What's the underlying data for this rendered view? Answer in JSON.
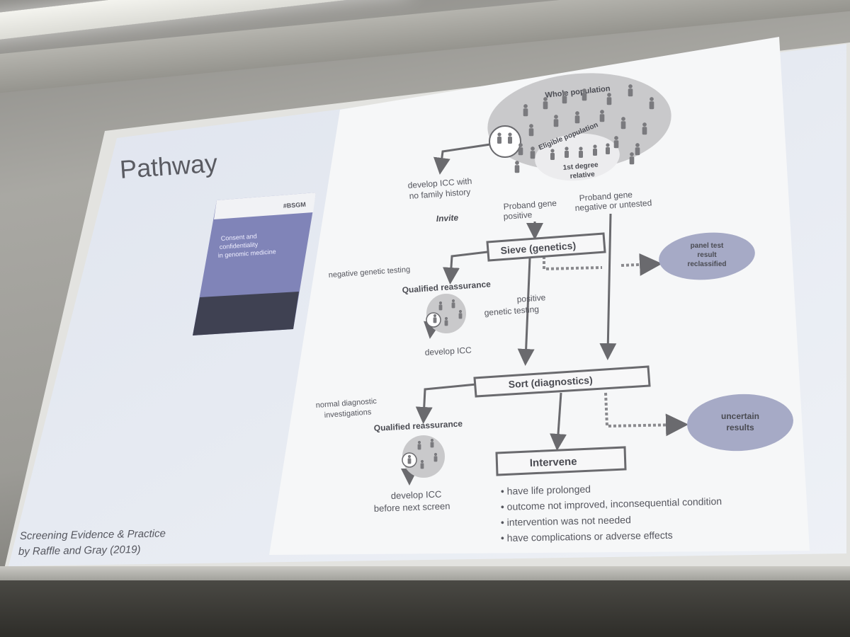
{
  "slide": {
    "title": "Pathway",
    "source_line1": "Screening Evidence & Practice",
    "source_line2": "by Raffle and Gray (2019)",
    "booklet": {
      "hashtag": "#BSGM",
      "title_line1": "Consent and",
      "title_line2": "confidentiality",
      "title_line3": "in genomic medicine"
    }
  },
  "diagram": {
    "whole_population": "Whole population",
    "eligible_population": "Eligible population",
    "first_degree_line1": "1st degree",
    "first_degree_line2": "relative",
    "develop_no_history_line1": "develop  ICC with",
    "develop_no_history_line2": "no  family history",
    "invite": "Invite",
    "proband_positive_line1": "Proband gene",
    "proband_positive_line2": "positive",
    "proband_negative_line1": "Proband gene",
    "proband_negative_line2": "negative or untested",
    "sieve": "Sieve (genetics)",
    "panel_line1": "panel test",
    "panel_line2": "result",
    "panel_line3": "reclassified",
    "negative_testing": "negative genetic testing",
    "qualified_reassurance_1": "Qualified reassurance",
    "positive_line1": "positive",
    "positive_line2": "genetic testing",
    "develop_icc": "develop ICC",
    "sort": "Sort (diagnostics)",
    "normal_line1": "normal diagnostic",
    "normal_line2": "investigations",
    "uncertain_line1": "uncertain",
    "uncertain_line2": "results",
    "qualified_reassurance_2": "Qualified reassurance",
    "intervene": "Intervene",
    "develop_before_line1": "develop ICC",
    "develop_before_line2": "before  next screen",
    "outcomes": [
      "have life prolonged",
      "outcome not improved, inconsequential condition",
      "intervention was not needed",
      "have complications or adverse effects"
    ]
  }
}
